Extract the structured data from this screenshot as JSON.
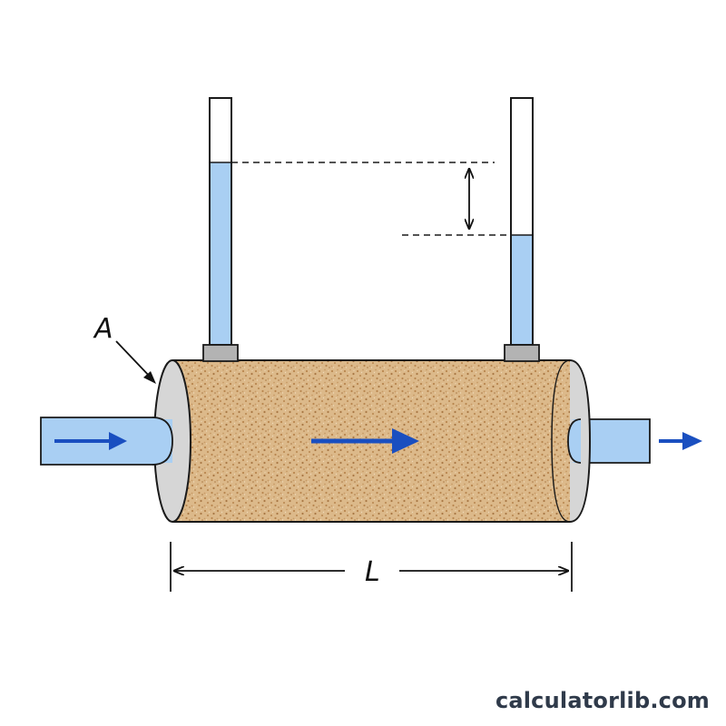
{
  "labels": {
    "area": "A",
    "length": "L"
  },
  "watermark": "calculatorlib.com",
  "colors": {
    "water": "#a9cff3",
    "flow_arrow": "#1a4fc0",
    "sand": "#dcb98a",
    "sand_grain": "#b8864f",
    "end_cap": "#d6d6d6",
    "outline": "#1a1a1a"
  },
  "icons": {
    "flow_arrow": "right-arrow"
  }
}
